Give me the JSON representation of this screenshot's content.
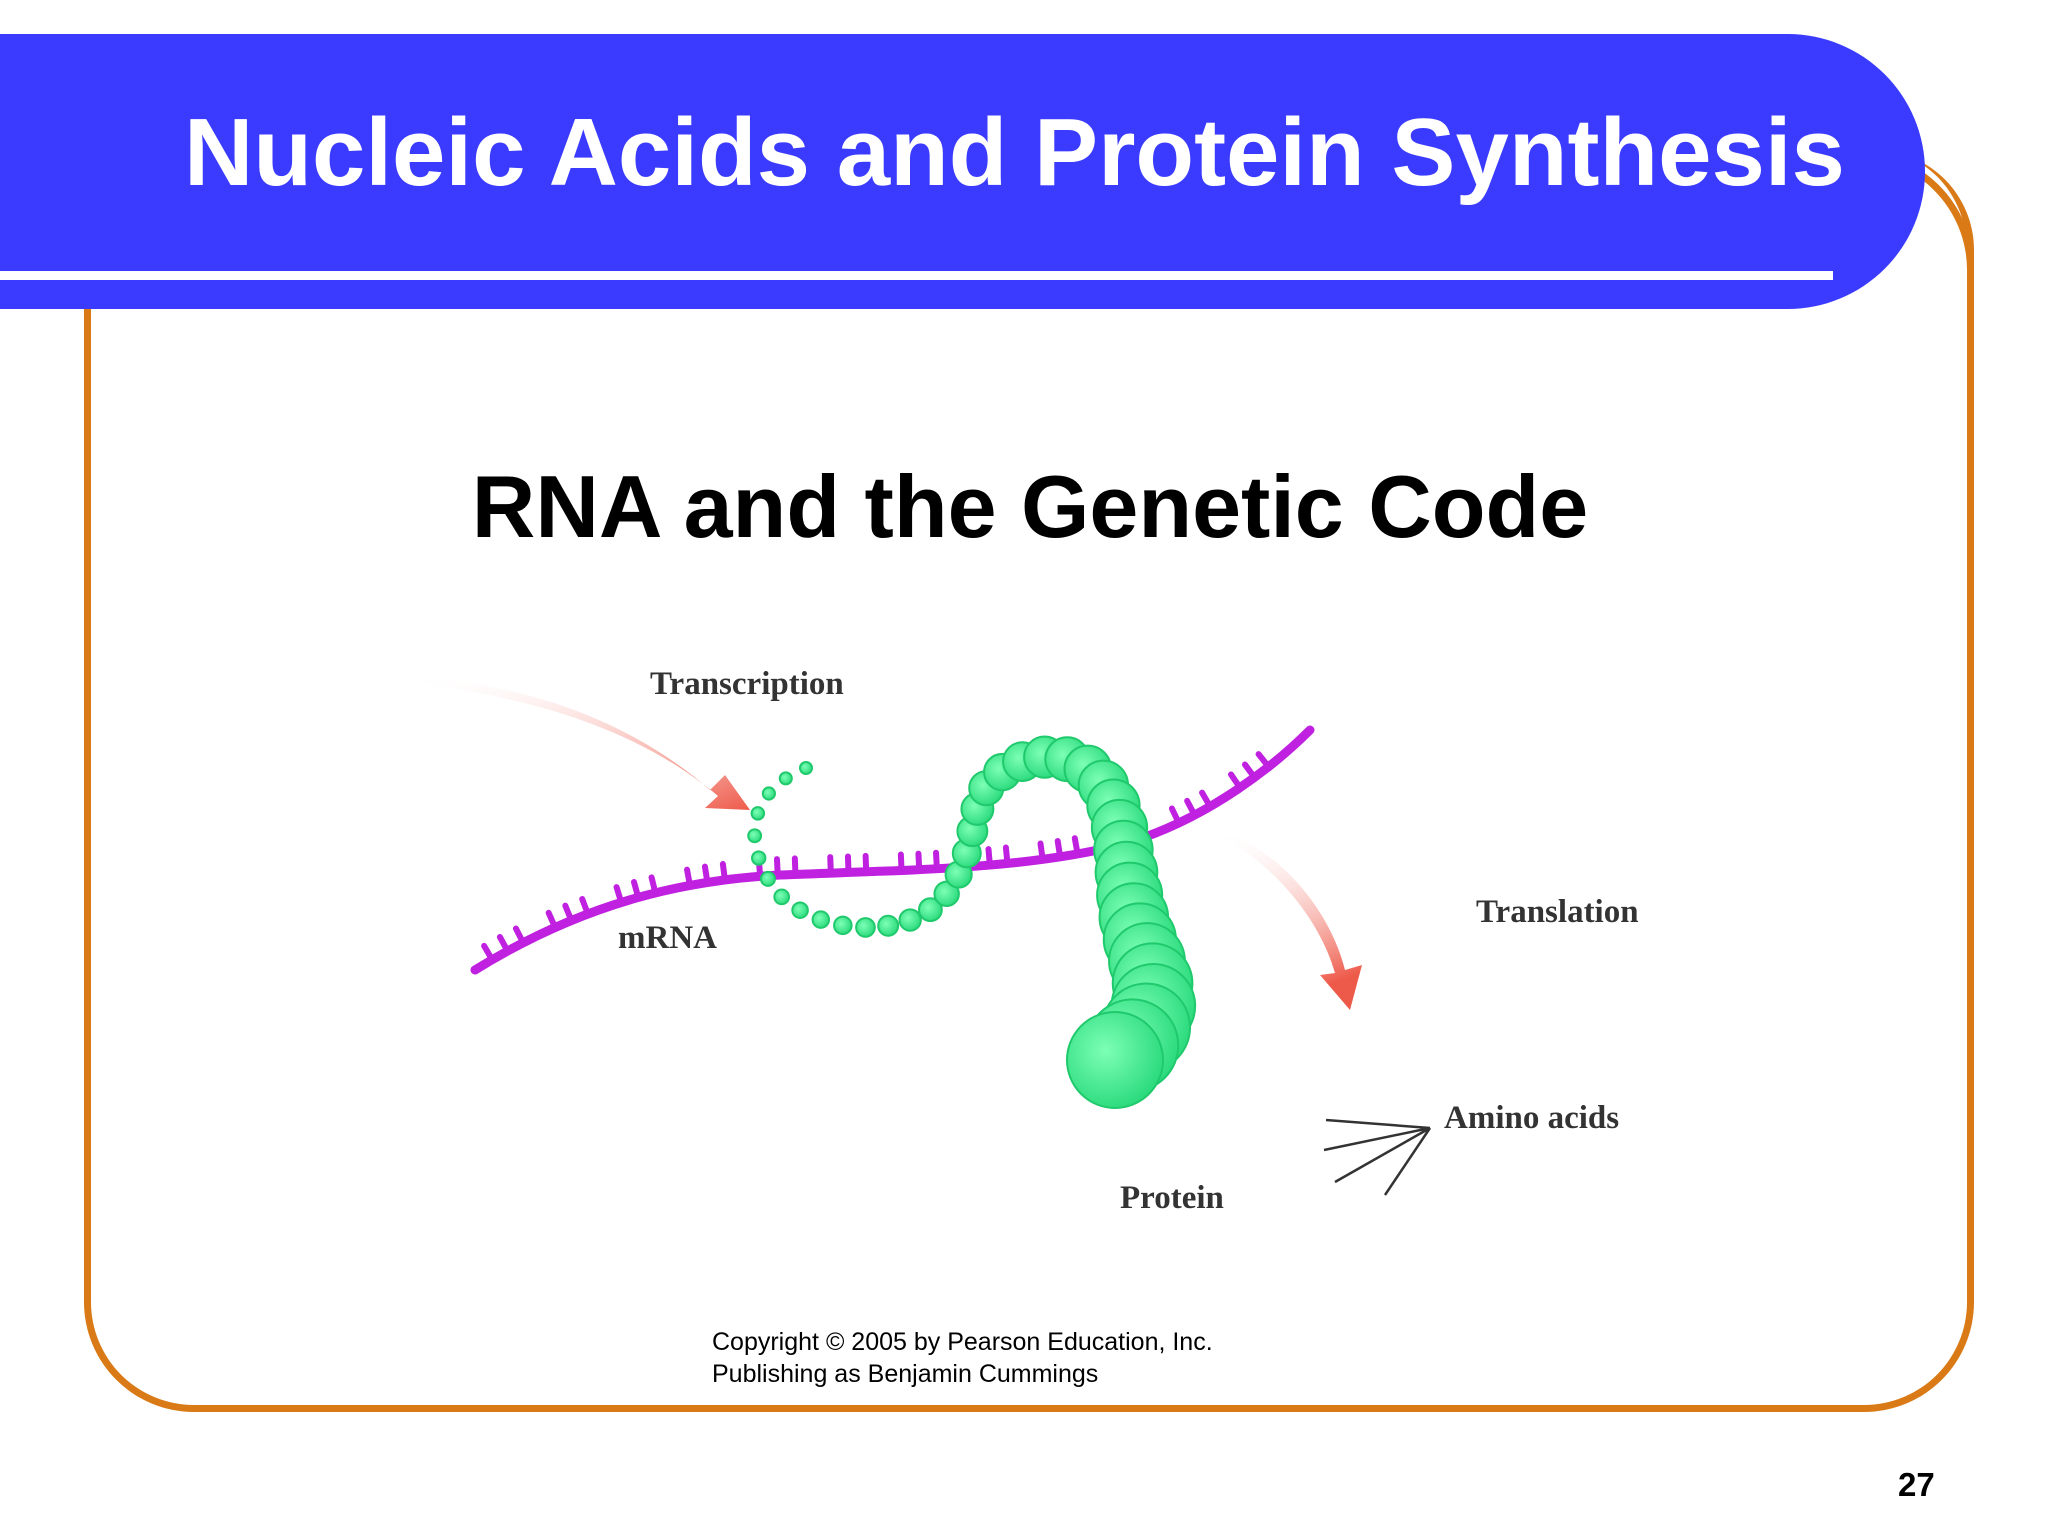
{
  "slide": {
    "title": "Nucleic Acids and Protein Synthesis",
    "subtitle": "RNA and the Genetic Code",
    "page_number": "27",
    "copyright_line1": "Copyright ©  2005  by Pearson Education, Inc.",
    "copyright_line2": "Publishing as Benjamin Cummings"
  },
  "diagram": {
    "labels": {
      "transcription": "Transcription",
      "mrna": "mRNA",
      "translation": "Translation",
      "amino_acids": "Amino acids",
      "protein": "Protein"
    }
  },
  "colors": {
    "banner": "#3b3bff",
    "frame": "#d97a16",
    "mrna": "#c020e0",
    "protein": "#3ef28a",
    "arrow": "#ee5a4a"
  }
}
